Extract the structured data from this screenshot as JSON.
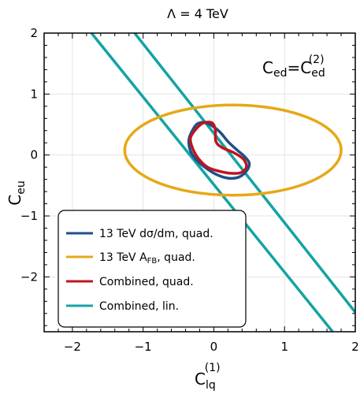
{
  "chart_data": {
    "type": "line",
    "title": "Λ = 4 TeV",
    "xlabel": {
      "base": "C",
      "sub": "lq",
      "sup": "(1)"
    },
    "ylabel": {
      "base": "C",
      "sub": "eu"
    },
    "annotation": {
      "lhs_base": "C",
      "lhs_sub": "ed",
      "eq": "=",
      "rhs_base": "C",
      "rhs_sub": "ed",
      "rhs_sup": "(2)"
    },
    "xlim": [
      -2.4,
      2.0
    ],
    "ylim": [
      -2.9,
      2.0
    ],
    "xticks": [
      -2,
      -1,
      0,
      1,
      2
    ],
    "yticks": [
      -2,
      -1,
      0,
      1,
      2
    ],
    "xtick_labels": [
      "−2",
      "−1",
      "0",
      "1",
      "2"
    ],
    "ytick_labels": [
      "−2",
      "−1",
      "0",
      "1",
      "2"
    ],
    "grid": true,
    "legend_position": "bottom-left",
    "series": [
      {
        "name": "13 TeV dσ/dm, quad.",
        "color": "#1f4e8c",
        "kind": "closed-contour",
        "points": [
          [
            -0.28,
            0.45
          ],
          [
            -0.22,
            0.52
          ],
          [
            -0.12,
            0.53
          ],
          [
            0.0,
            0.46
          ],
          [
            0.1,
            0.36
          ],
          [
            0.2,
            0.22
          ],
          [
            0.33,
            0.08
          ],
          [
            0.43,
            -0.02
          ],
          [
            0.5,
            -0.13
          ],
          [
            0.47,
            -0.25
          ],
          [
            0.36,
            -0.36
          ],
          [
            0.2,
            -0.38
          ],
          [
            0.02,
            -0.31
          ],
          [
            -0.15,
            -0.18
          ],
          [
            -0.27,
            -0.05
          ],
          [
            -0.34,
            0.1
          ],
          [
            -0.35,
            0.27
          ],
          [
            -0.28,
            0.45
          ]
        ]
      },
      {
        "name": "13 TeV A_FB, quad.",
        "label_base": "13 TeV A",
        "label_sub": "FB",
        "label_tail": ", quad.",
        "color": "#e6a817",
        "kind": "ellipse",
        "center": [
          0.27,
          0.08
        ],
        "radii": [
          1.53,
          0.74
        ]
      },
      {
        "name": "Combined, quad.",
        "color": "#c0141c",
        "kind": "closed-contour",
        "points": [
          [
            -0.27,
            0.4
          ],
          [
            -0.16,
            0.52
          ],
          [
            -0.03,
            0.53
          ],
          [
            0.02,
            0.42
          ],
          [
            0.03,
            0.22
          ],
          [
            0.12,
            0.12
          ],
          [
            0.28,
            0.04
          ],
          [
            0.42,
            -0.07
          ],
          [
            0.46,
            -0.2
          ],
          [
            0.38,
            -0.29
          ],
          [
            0.24,
            -0.3
          ],
          [
            0.09,
            -0.27
          ],
          [
            -0.09,
            -0.2
          ],
          [
            -0.23,
            -0.04
          ],
          [
            -0.31,
            0.14
          ],
          [
            -0.33,
            0.28
          ],
          [
            -0.27,
            0.4
          ]
        ]
      },
      {
        "name": "Combined, lin.",
        "color": "#14a3a3",
        "kind": "band",
        "lines": [
          [
            [
              -1.73,
              2.0
            ],
            [
              1.68,
              -2.9
            ]
          ],
          [
            [
              -1.12,
              2.0
            ],
            [
              2.0,
              -2.58
            ]
          ]
        ]
      }
    ]
  }
}
